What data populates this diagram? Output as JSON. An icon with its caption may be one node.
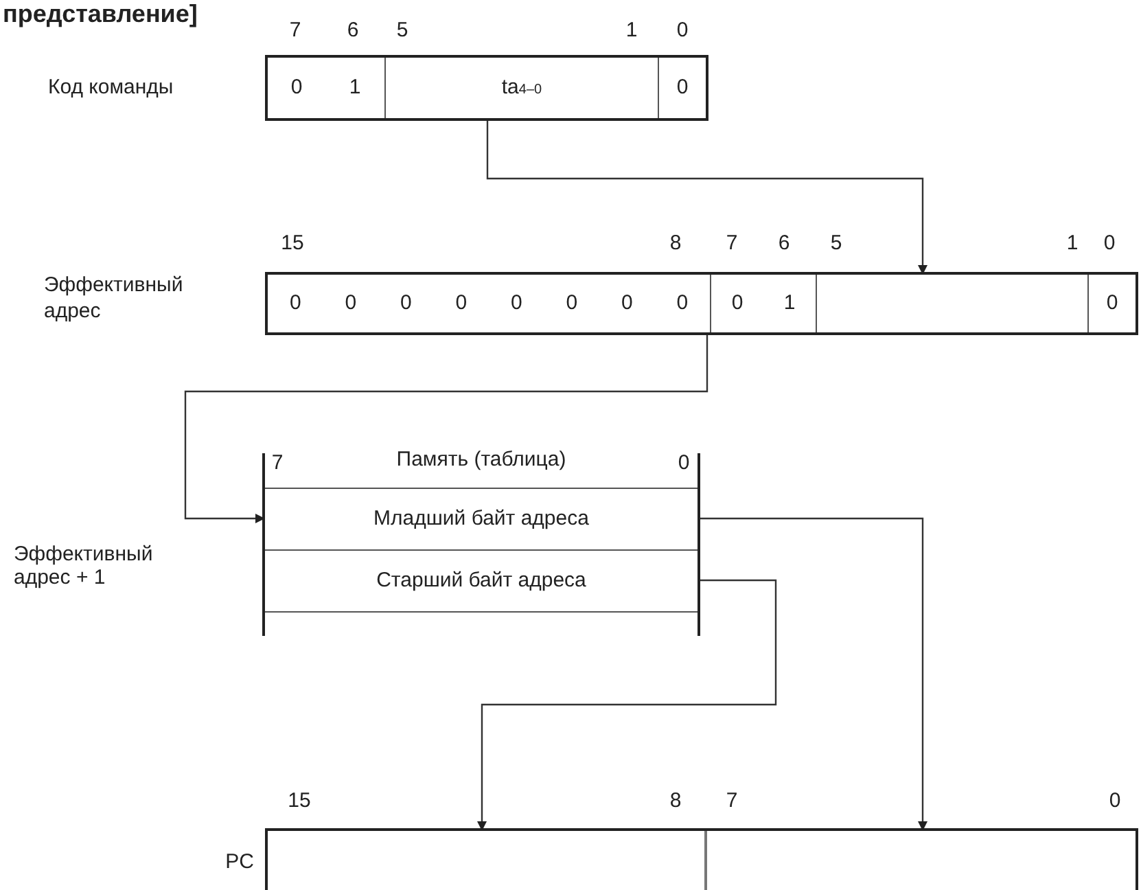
{
  "diagram": {
    "title": "представление]",
    "nodes": [
      {
        "text": [
          "Код команды"
        ]
      },
      {
        "text": [
          "0"
        ],
        "in": 0
      },
      {
        "text": [
          "1"
        ],
        "in": 0
      },
      {
        "text": [
          "ta$_{4–0}$"
        ],
        "in": 0
      },
      {
        "text": [
          "0"
        ],
        "in": 0
      },
      {
        "text": [
          "Эффективный адрес"
        ]
      },
      {
        "text": [
          "0",
          "0",
          "0",
          "0",
          "0",
          "0",
          "0",
          "0"
        ],
        "in": 5
      },
      {
        "text": [
          "0",
          "1"
        ],
        "in": 5
      },
      {
        "text": [],
        "shape": "box",
        "in": 5
      },
      {
        "text": [
          "0"
        ],
        "in": 5
      },
      {
        "text": [
          "Память (таблица)"
        ]
      },
      {
        "text": [
          "Младший байт адреса"
        ],
        "in": 10
      },
      {
        "text": [
          "Старший байт адреса"
        ],
        "in": 10
      },
      {
        "text": [],
        "shape": "box",
        "in": 10
      },
      {
        "text": [
          "PC"
        ]
      },
      {
        "text": [],
        "shape": "box",
        "in": 14
      },
      {
        "text": [],
        "shape": "box",
        "in": 14
      }
    ],
    "edges": [
      {
        "from": 3,
        "to": 8,
        "arrow": "to"
      },
      {
        "from": 5,
        "to": 11,
        "arrow": "to"
      },
      {
        "from": 11,
        "to": 16,
        "arrow": "to"
      },
      {
        "from": 12,
        "to": 15,
        "arrow": "to"
      }
    ],
    "labels": [
      "7",
      "6",
      "5",
      "1",
      "0",
      "15",
      "8",
      "7",
      "6",
      "5",
      "1",
      "0",
      "7",
      "0",
      "Эффективный адрес + 1",
      "15",
      "8",
      "7",
      "0"
    ]
  }
}
